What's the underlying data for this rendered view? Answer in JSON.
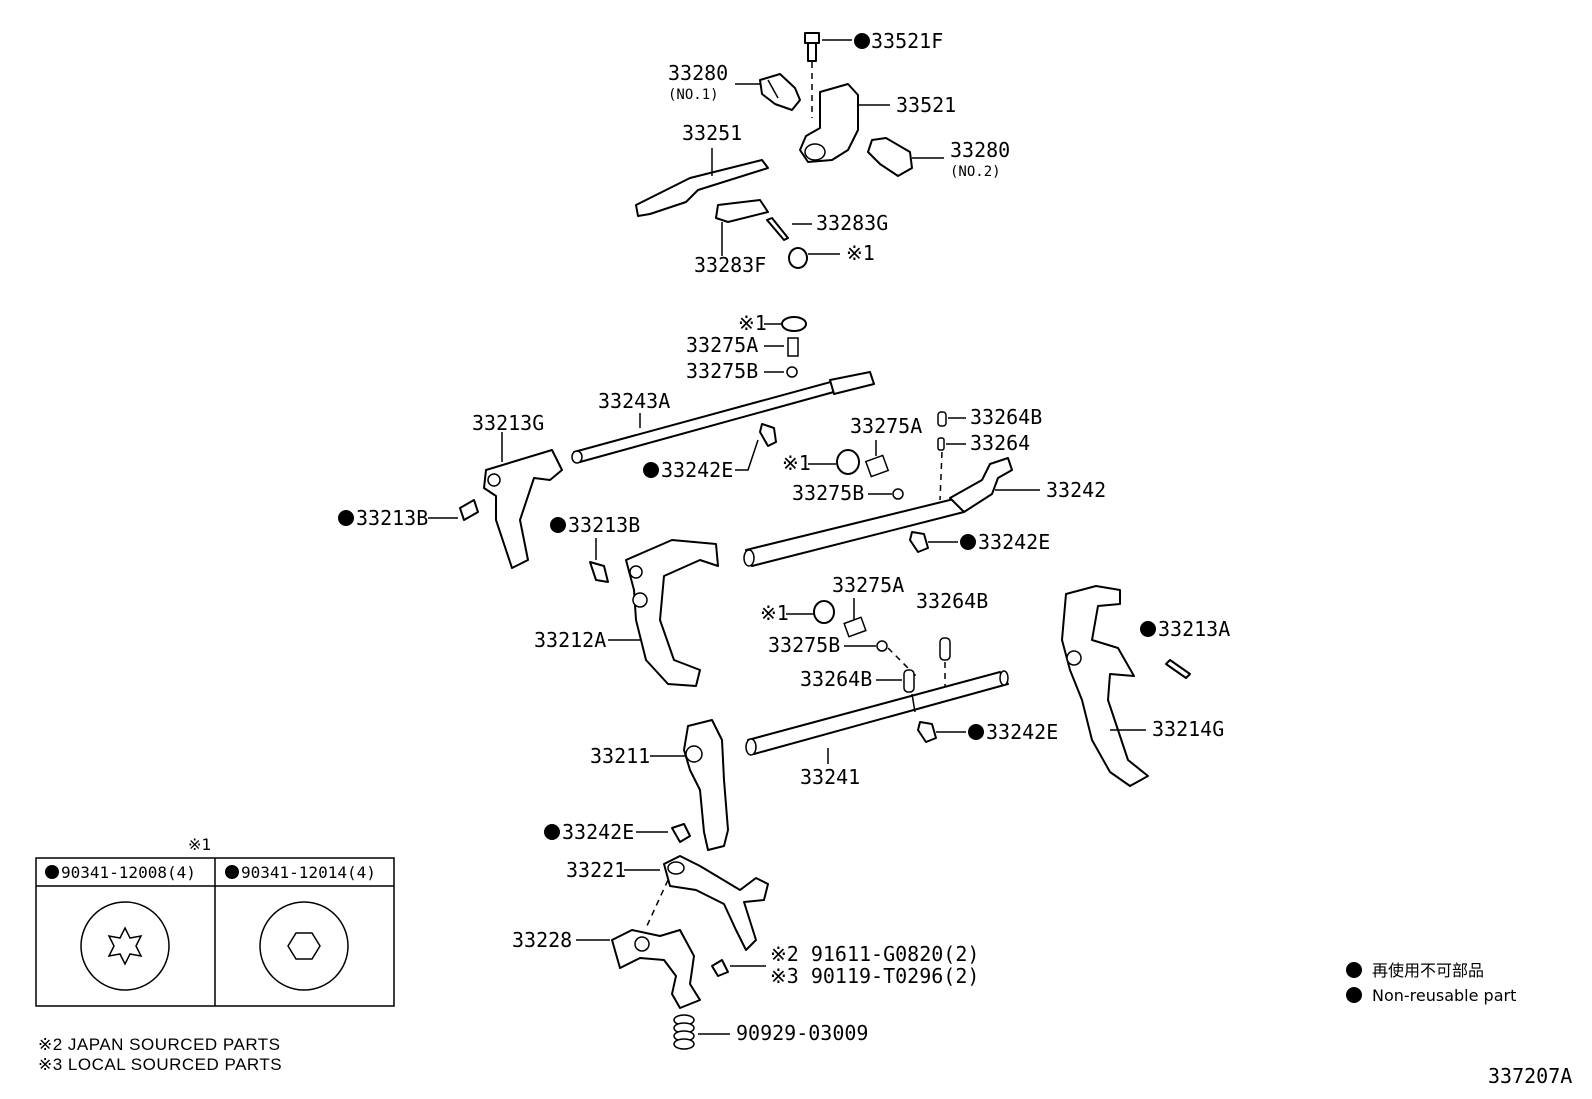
{
  "labels": {
    "p33521F": "33521F",
    "p33280_1": "33280",
    "p33280_1_sub": "(NO.1)",
    "p33521": "33521",
    "p33251": "33251",
    "p33280_2": "33280",
    "p33280_2_sub": "(NO.2)",
    "p33283G": "33283G",
    "p33283F": "33283F",
    "mark1_top": "※1",
    "mark1_mid": "※1",
    "p33275A_top": "33275A",
    "p33275B_top": "33275B",
    "p33243A": "33243A",
    "p33213G": "33213G",
    "p33242E_a": "33242E",
    "p33275A_mid": "33275A",
    "p33264B_top": "33264B",
    "p33264": "33264",
    "mark1_mid2": "※1",
    "p33275B_mid": "33275B",
    "p33242": "33242",
    "p33213B_left": "33213B",
    "p33213B_mid": "33213B",
    "p33242E_b": "33242E",
    "p33275A_low": "33275A",
    "p33264B_mid": "33264B",
    "mark1_low": "※1",
    "p33213A": "33213A",
    "p33212A": "33212A",
    "p33275B_low": "33275B",
    "p33264B_low": "33264B",
    "p33214G": "33214G",
    "p33211": "33211",
    "p33242E_c": "33242E",
    "p33241": "33241",
    "p33242E_d": "33242E",
    "p33221": "33221",
    "p33228": "33228",
    "p91611": "※2 91611-G0820(2)",
    "p90119": "※3 90119-T0296(2)",
    "p90929": "90929-03009"
  },
  "inset": {
    "marker": "※1",
    "col1": "90341-12008(4)",
    "col2": "90341-12014(4)"
  },
  "notes": {
    "japan": "※2 JAPAN SOURCED PARTS",
    "local": "※3 LOCAL SOURCED PARTS"
  },
  "legend": {
    "jp": "再使用不可部品",
    "en": "Non-reusable part"
  },
  "diagram_id": "337207A"
}
